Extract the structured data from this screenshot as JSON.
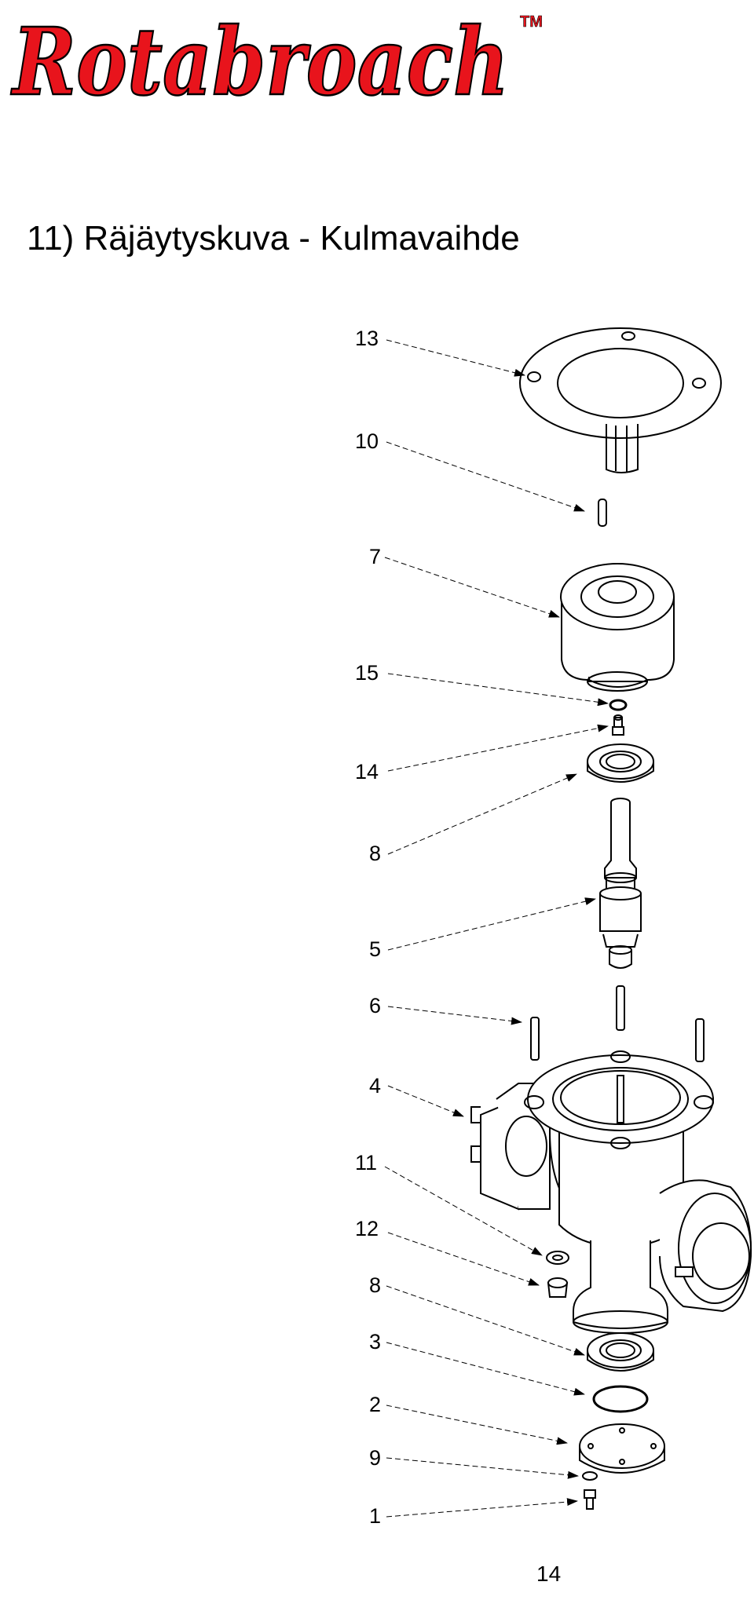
{
  "brand": {
    "logo_text": "Rotabroach",
    "trademark": "TM",
    "color": "#e8141c"
  },
  "heading": {
    "title": "11) Räjäytyskuva - Kulmavaihde"
  },
  "diagram": {
    "callouts": [
      "13",
      "10",
      "7",
      "15",
      "14",
      "8",
      "5",
      "6",
      "4",
      "11",
      "12",
      "8",
      "3",
      "2",
      "9",
      "1"
    ]
  },
  "footer": {
    "page_number": "14"
  }
}
